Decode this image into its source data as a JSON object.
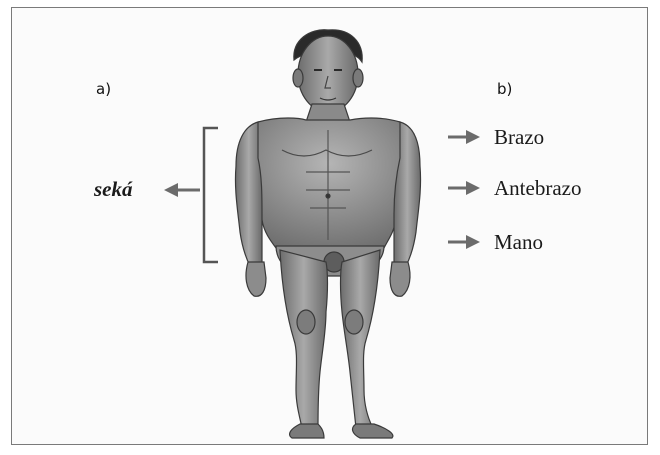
{
  "labels": {
    "panel_a": "a)",
    "panel_b": "b)"
  },
  "left_term": "seká",
  "right_terms": [
    "Brazo",
    "Antebrazo",
    "Mano"
  ],
  "figure_subject": "human-body-figure"
}
